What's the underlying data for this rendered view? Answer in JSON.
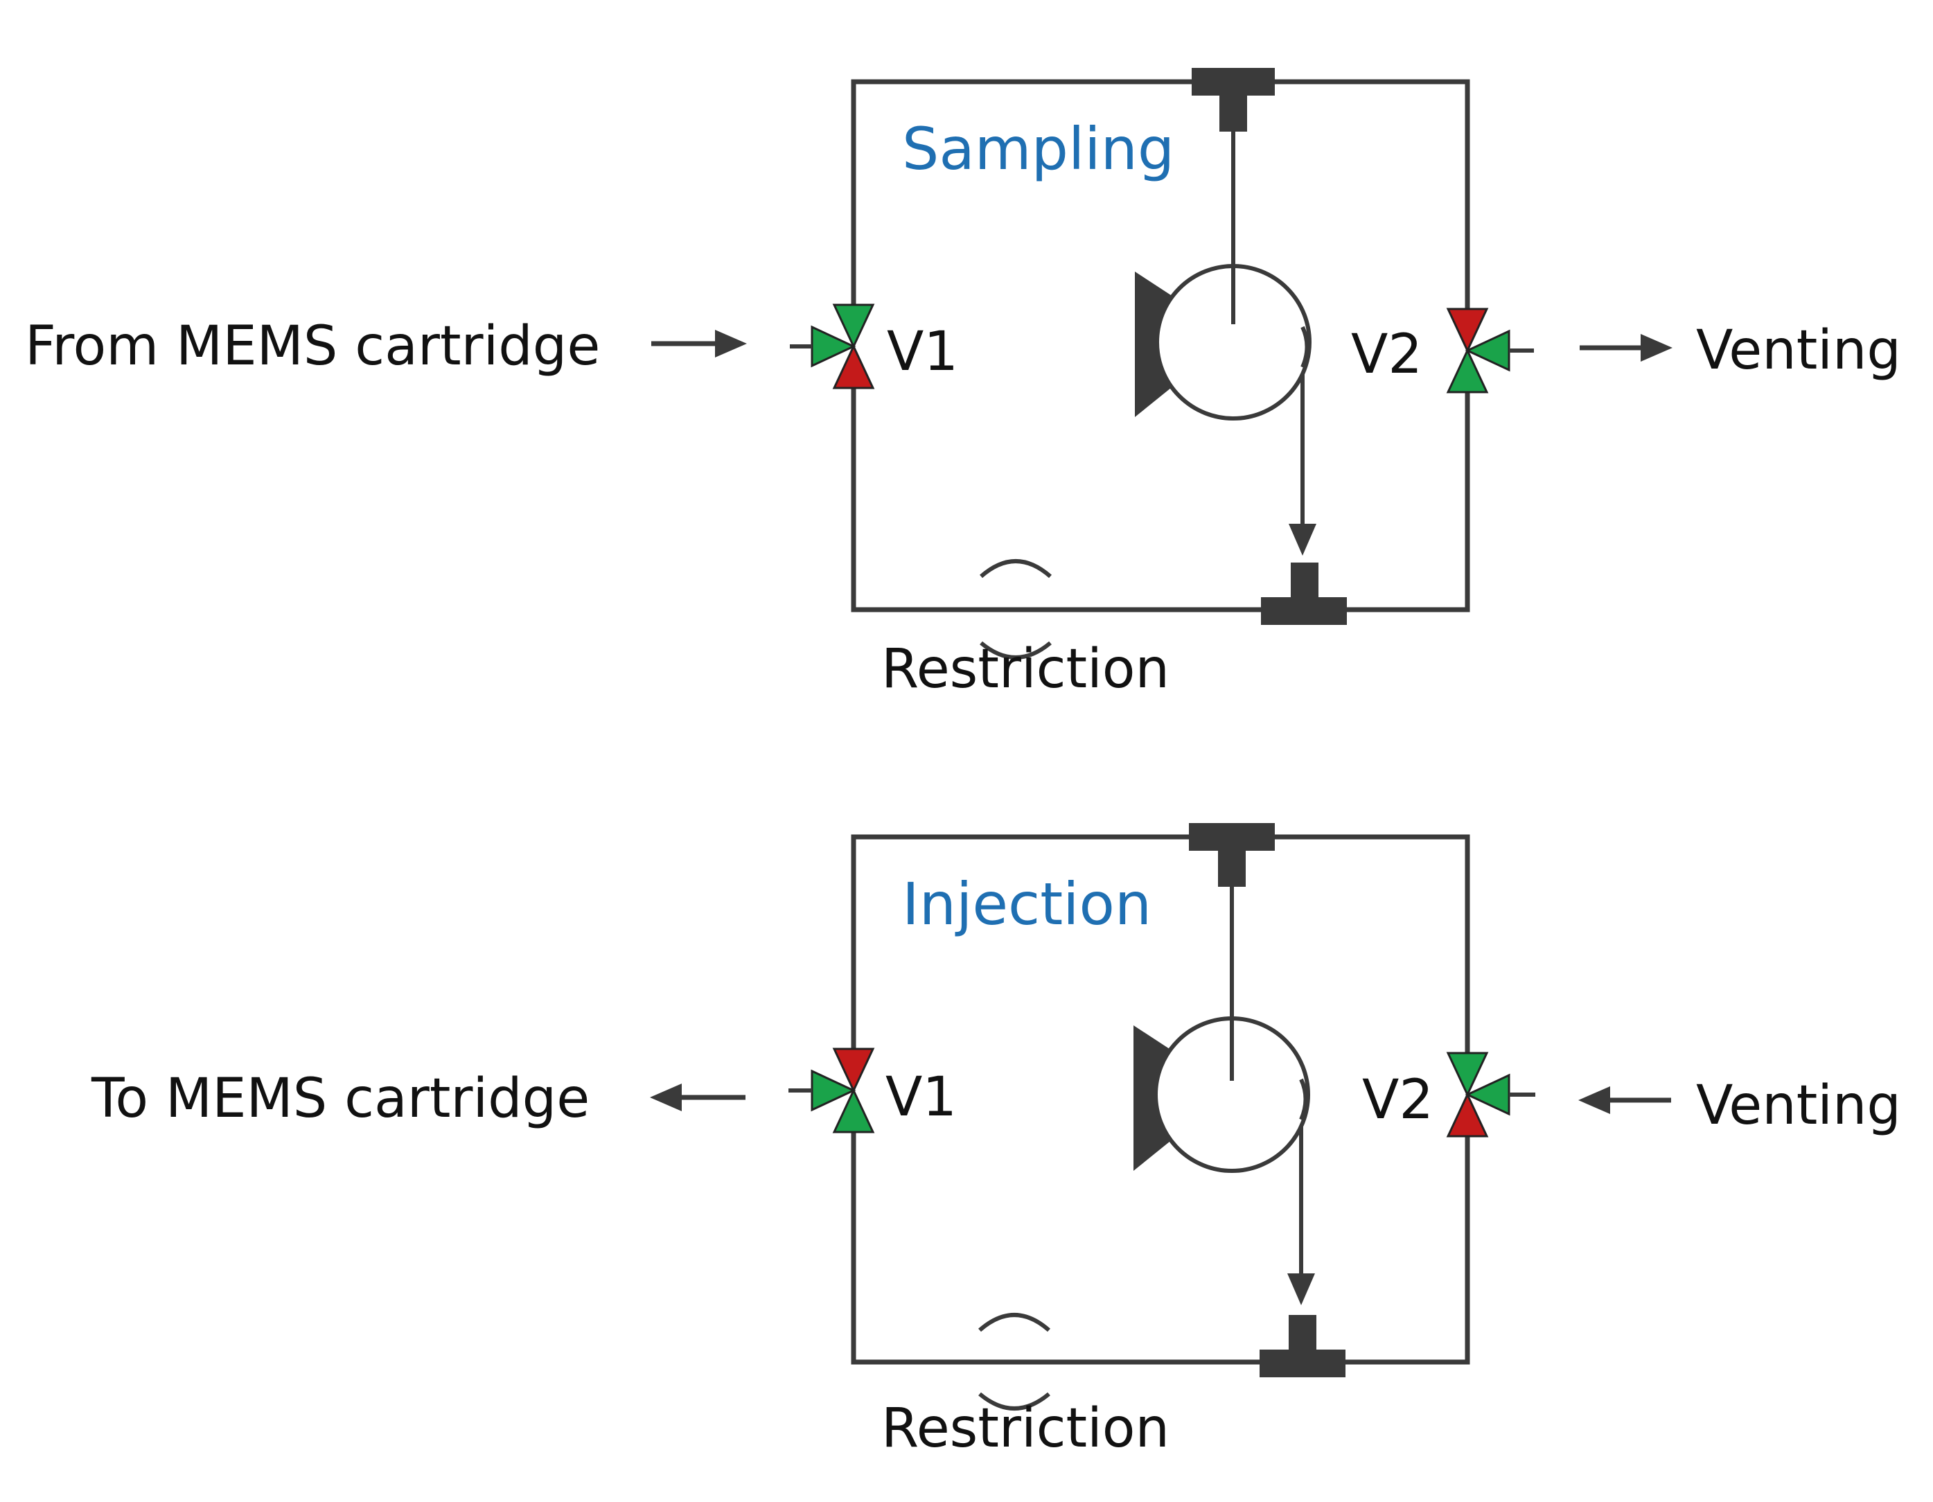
{
  "panels": [
    {
      "id": "sampling",
      "mode_label": "Sampling",
      "left_label": "From MEMS cartridge",
      "right_label": "Venting",
      "left_flow": "in",
      "right_flow": "out",
      "valve1": {
        "label": "V1",
        "left": "green",
        "top": "green",
        "bottom": "red"
      },
      "valve2": {
        "label": "V2",
        "right": "green",
        "top": "red",
        "bottom": "green"
      },
      "restriction_label": "Restriction"
    },
    {
      "id": "injection",
      "mode_label": "Injection",
      "left_label": "To MEMS cartridge",
      "right_label": "Venting",
      "left_flow": "out",
      "right_flow": "in",
      "valve1": {
        "label": "V1",
        "left": "green",
        "top": "red",
        "bottom": "green"
      },
      "valve2": {
        "label": "V2",
        "right": "green",
        "top": "green",
        "bottom": "red"
      },
      "restriction_label": "Restriction"
    }
  ],
  "colors": {
    "line": "#3a3a3a",
    "mode_label": "#1f6fb2",
    "text": "#111111",
    "valve_open": "#1aa34a",
    "valve_closed": "#c41a1a"
  }
}
